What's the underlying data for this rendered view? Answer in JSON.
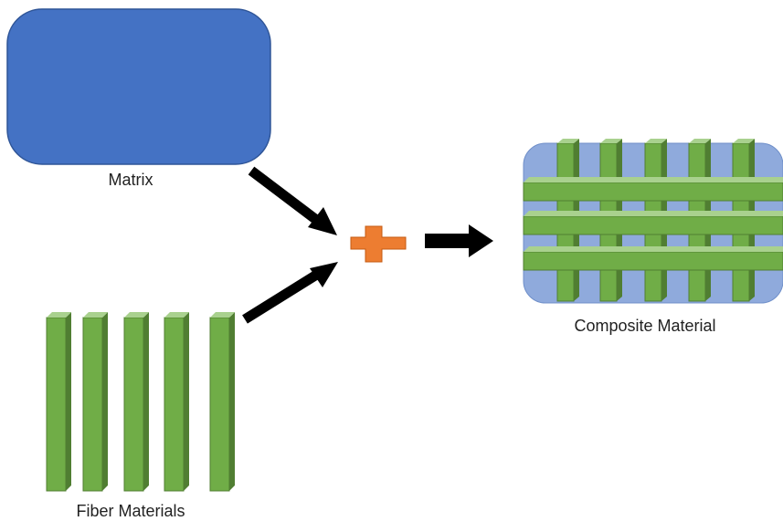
{
  "labels": {
    "matrix": "Matrix",
    "composite": "Composite Material",
    "fiber": "Fiber Materials"
  },
  "colors": {
    "matrix_fill": "#4472C4",
    "matrix_stroke": "#2F5597",
    "composite_fill": "#8FAADC",
    "fiber_front": "#70AD47",
    "fiber_side": "#507E32",
    "fiber_top": "#A9D18E",
    "plus": "#ED7D31",
    "plus_stroke": "#C55A11",
    "arrow": "#000000"
  },
  "icons": {
    "plus": "plus-icon",
    "arrows": "arrow-icon"
  }
}
